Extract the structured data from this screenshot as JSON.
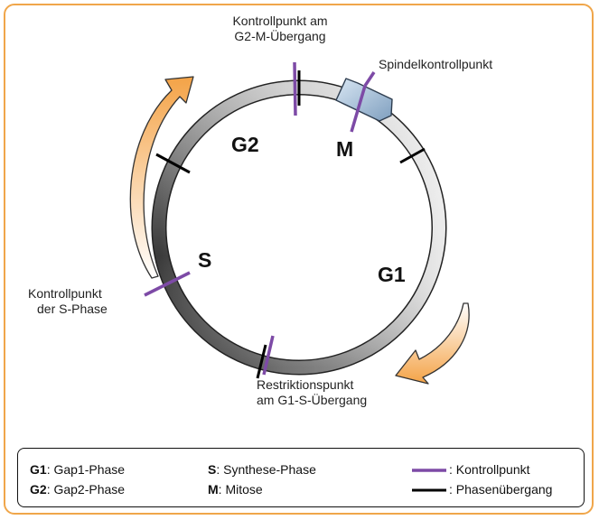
{
  "labels": {
    "g2m_checkpoint": [
      "Kontrollpunkt am",
      "G2-M-Übergang"
    ],
    "spindle_checkpoint": "Spindelkontrollpunkt",
    "s_checkpoint": [
      "Kontrollpunkt",
      "der S-Phase"
    ],
    "restriction_point": [
      "Restriktionspunkt",
      "am G1-S-Übergang"
    ]
  },
  "phases": {
    "g1": "G1",
    "g2": "G2",
    "s": "S",
    "m": "M"
  },
  "legend": {
    "g1_key": "G1",
    "g1_text": ": Gap1-Phase",
    "g2_key": "G2",
    "g2_text": ": Gap2-Phase",
    "s_key": "S",
    "s_text": ": Synthese-Phase",
    "m_key": "M",
    "m_text": ": Mitose",
    "checkpoint_text": ": Kontrollpunkt",
    "transition_text": ": Phasenübergang"
  },
  "colors": {
    "checkpoint": "#7d4aa6",
    "transition": "#000000",
    "arrow": "#f4a347",
    "frame": "#f0a64a"
  }
}
